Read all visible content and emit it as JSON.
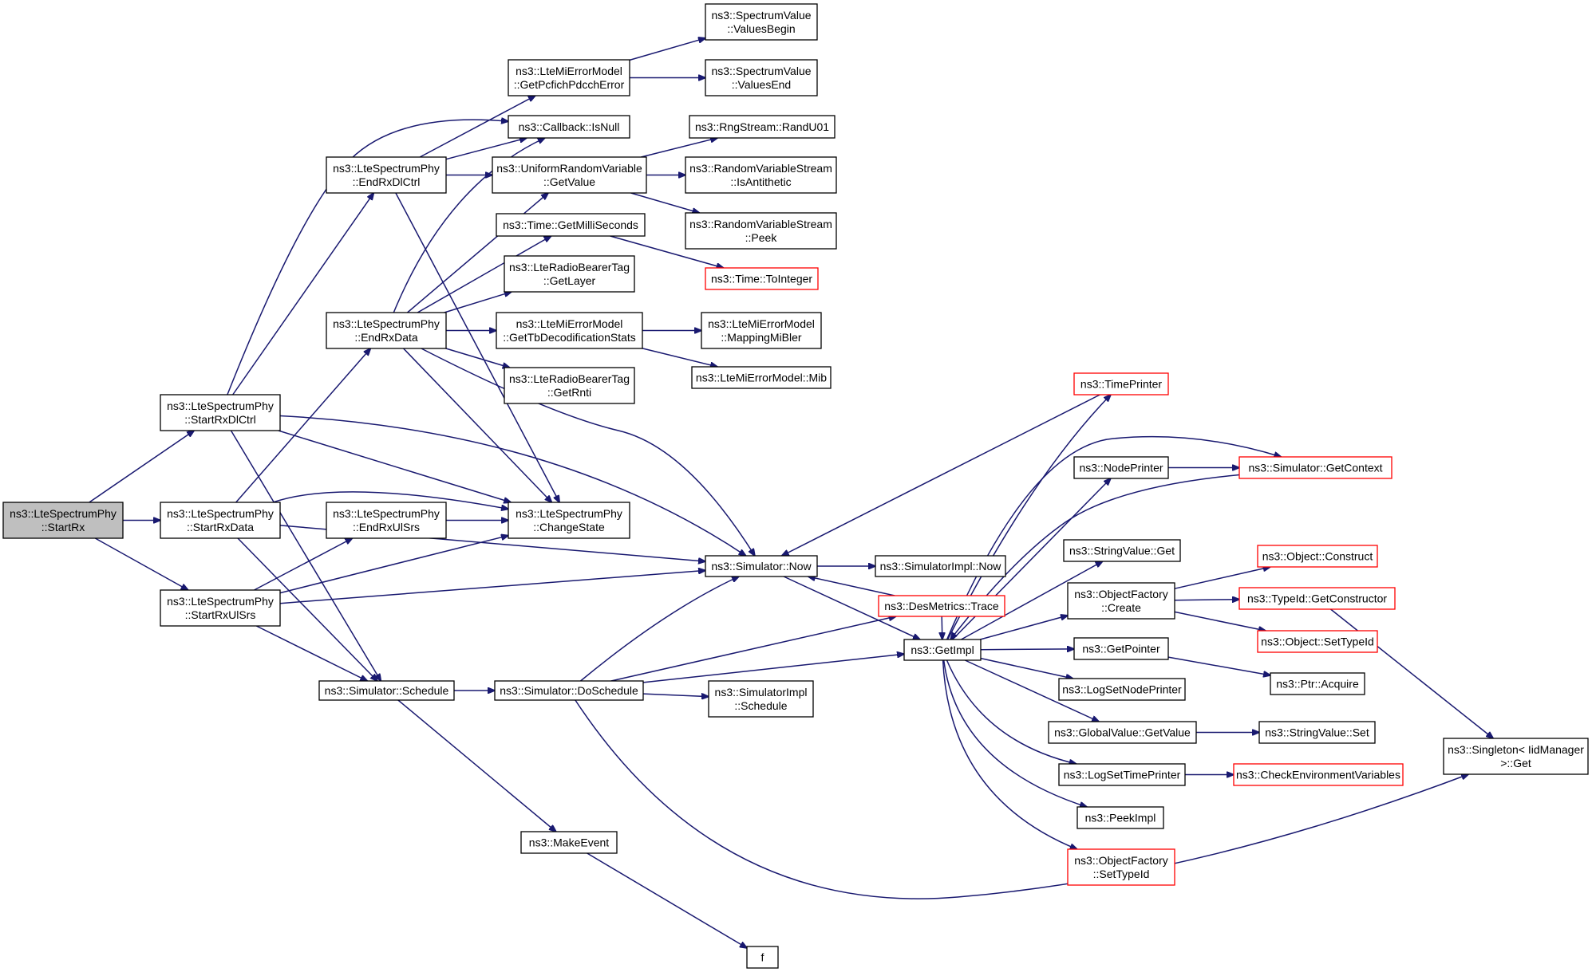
{
  "graph": {
    "nodes": [
      {
        "id": "root",
        "lines": [
          "ns3::LteSpectrumPhy",
          "::StartRx"
        ],
        "style": "root"
      },
      {
        "id": "startRxDlCtrl",
        "lines": [
          "ns3::LteSpectrumPhy",
          "::StartRxDlCtrl"
        ]
      },
      {
        "id": "startRxData",
        "lines": [
          "ns3::LteSpectrumPhy",
          "::StartRxData"
        ]
      },
      {
        "id": "startRxUlSrs",
        "lines": [
          "ns3::LteSpectrumPhy",
          "::StartRxUlSrs"
        ]
      },
      {
        "id": "endRxDlCtrl",
        "lines": [
          "ns3::LteSpectrumPhy",
          "::EndRxDlCtrl"
        ]
      },
      {
        "id": "endRxData",
        "lines": [
          "ns3::LteSpectrumPhy",
          "::EndRxData"
        ]
      },
      {
        "id": "endRxUlSrs",
        "lines": [
          "ns3::LteSpectrumPhy",
          "::EndRxUlSrs"
        ]
      },
      {
        "id": "schedule",
        "lines": [
          "ns3::Simulator::Schedule"
        ]
      },
      {
        "id": "lteMiGetPcfich",
        "lines": [
          "ns3::LteMiErrorModel",
          "::GetPcfichPdcchError"
        ]
      },
      {
        "id": "callbackIsNull",
        "lines": [
          "ns3::Callback::IsNull"
        ]
      },
      {
        "id": "uniformGetValue",
        "lines": [
          "ns3::UniformRandomVariable",
          "::GetValue"
        ]
      },
      {
        "id": "timeGetMilli",
        "lines": [
          "ns3::Time::GetMilliSeconds"
        ]
      },
      {
        "id": "radioTagGetLayer",
        "lines": [
          "ns3::LteRadioBearerTag",
          "::GetLayer"
        ]
      },
      {
        "id": "lteMiGetTbStats",
        "lines": [
          "ns3::LteMiErrorModel",
          "::GetTbDecodificationStats"
        ]
      },
      {
        "id": "radioTagGetRnti",
        "lines": [
          "ns3::LteRadioBearerTag",
          "::GetRnti"
        ]
      },
      {
        "id": "changeState",
        "lines": [
          "ns3::LteSpectrumPhy",
          "::ChangeState"
        ]
      },
      {
        "id": "doSchedule",
        "lines": [
          "ns3::Simulator::DoSchedule"
        ]
      },
      {
        "id": "makeEvent",
        "lines": [
          "ns3::MakeEvent"
        ]
      },
      {
        "id": "valuesBegin",
        "lines": [
          "ns3::SpectrumValue",
          "::ValuesBegin"
        ]
      },
      {
        "id": "valuesEnd",
        "lines": [
          "ns3::SpectrumValue",
          "::ValuesEnd"
        ]
      },
      {
        "id": "randU01",
        "lines": [
          "ns3::RngStream::RandU01"
        ]
      },
      {
        "id": "isAntithetic",
        "lines": [
          "ns3::RandomVariableStream",
          "::IsAntithetic"
        ]
      },
      {
        "id": "peek",
        "lines": [
          "ns3::RandomVariableStream",
          "::Peek"
        ]
      },
      {
        "id": "toInteger",
        "lines": [
          "ns3::Time::ToInteger"
        ],
        "style": "red"
      },
      {
        "id": "mappingMiBler",
        "lines": [
          "ns3::LteMiErrorModel",
          "::MappingMiBler"
        ]
      },
      {
        "id": "mib",
        "lines": [
          "ns3::LteMiErrorModel::Mib"
        ]
      },
      {
        "id": "simNow",
        "lines": [
          "ns3::Simulator::Now"
        ]
      },
      {
        "id": "simImplSchedule",
        "lines": [
          "ns3::SimulatorImpl",
          "::Schedule"
        ]
      },
      {
        "id": "f",
        "lines": [
          "f"
        ]
      },
      {
        "id": "simImplNow",
        "lines": [
          "ns3::SimulatorImpl::Now"
        ]
      },
      {
        "id": "desMetricsTrace",
        "lines": [
          "ns3::DesMetrics::Trace"
        ],
        "style": "red"
      },
      {
        "id": "getImpl",
        "lines": [
          "ns3::GetImpl"
        ]
      },
      {
        "id": "timePrinter",
        "lines": [
          "ns3::TimePrinter"
        ],
        "style": "red"
      },
      {
        "id": "nodePrinter",
        "lines": [
          "ns3::NodePrinter"
        ]
      },
      {
        "id": "stringValueGet",
        "lines": [
          "ns3::StringValue::Get"
        ]
      },
      {
        "id": "objectFactoryCreate",
        "lines": [
          "ns3::ObjectFactory",
          "::Create"
        ]
      },
      {
        "id": "getPointer",
        "lines": [
          "ns3::GetPointer"
        ]
      },
      {
        "id": "logSetNodePrinter",
        "lines": [
          "ns3::LogSetNodePrinter"
        ]
      },
      {
        "id": "globalValueGetValue",
        "lines": [
          "ns3::GlobalValue::GetValue"
        ]
      },
      {
        "id": "logSetTimePrinter",
        "lines": [
          "ns3::LogSetTimePrinter"
        ]
      },
      {
        "id": "peekImpl",
        "lines": [
          "ns3::PeekImpl"
        ]
      },
      {
        "id": "objectFactorySetTypeId",
        "lines": [
          "ns3::ObjectFactory",
          "::SetTypeId"
        ],
        "style": "red"
      },
      {
        "id": "getContext",
        "lines": [
          "ns3::Simulator::GetContext"
        ],
        "style": "red"
      },
      {
        "id": "objectConstruct",
        "lines": [
          "ns3::Object::Construct"
        ],
        "style": "red"
      },
      {
        "id": "getConstructor",
        "lines": [
          "ns3::TypeId::GetConstructor"
        ],
        "style": "red"
      },
      {
        "id": "objectSetTypeId",
        "lines": [
          "ns3::Object::SetTypeId"
        ],
        "style": "red"
      },
      {
        "id": "ptrAcquire",
        "lines": [
          "ns3::Ptr::Acquire"
        ]
      },
      {
        "id": "stringValueSet",
        "lines": [
          "ns3::StringValue::Set"
        ]
      },
      {
        "id": "checkEnvVars",
        "lines": [
          "ns3::CheckEnvironmentVariables"
        ],
        "style": "red"
      },
      {
        "id": "singletonGet",
        "lines": [
          "ns3::Singleton< IidManager",
          " >::Get"
        ]
      }
    ],
    "edges": [
      [
        "root",
        "startRxDlCtrl"
      ],
      [
        "root",
        "startRxData"
      ],
      [
        "root",
        "startRxUlSrs"
      ],
      [
        "startRxDlCtrl",
        "endRxDlCtrl"
      ],
      [
        "startRxDlCtrl",
        "callbackIsNull"
      ],
      [
        "startRxDlCtrl",
        "changeState"
      ],
      [
        "startRxDlCtrl",
        "simNow"
      ],
      [
        "startRxDlCtrl",
        "schedule"
      ],
      [
        "startRxData",
        "endRxData"
      ],
      [
        "startRxData",
        "changeState"
      ],
      [
        "startRxData",
        "simNow"
      ],
      [
        "startRxData",
        "schedule"
      ],
      [
        "startRxUlSrs",
        "endRxUlSrs"
      ],
      [
        "startRxUlSrs",
        "changeState"
      ],
      [
        "startRxUlSrs",
        "simNow"
      ],
      [
        "startRxUlSrs",
        "schedule"
      ],
      [
        "endRxDlCtrl",
        "lteMiGetPcfich"
      ],
      [
        "endRxDlCtrl",
        "callbackIsNull"
      ],
      [
        "endRxDlCtrl",
        "uniformGetValue"
      ],
      [
        "endRxDlCtrl",
        "changeState"
      ],
      [
        "endRxData",
        "callbackIsNull"
      ],
      [
        "endRxData",
        "uniformGetValue"
      ],
      [
        "endRxData",
        "timeGetMilli"
      ],
      [
        "endRxData",
        "radioTagGetLayer"
      ],
      [
        "endRxData",
        "lteMiGetTbStats"
      ],
      [
        "endRxData",
        "radioTagGetRnti"
      ],
      [
        "endRxData",
        "changeState"
      ],
      [
        "endRxData",
        "simNow"
      ],
      [
        "endRxUlSrs",
        "changeState"
      ],
      [
        "schedule",
        "doSchedule"
      ],
      [
        "schedule",
        "makeEvent"
      ],
      [
        "lteMiGetPcfich",
        "valuesBegin"
      ],
      [
        "lteMiGetPcfich",
        "valuesEnd"
      ],
      [
        "uniformGetValue",
        "randU01"
      ],
      [
        "uniformGetValue",
        "isAntithetic"
      ],
      [
        "uniformGetValue",
        "peek"
      ],
      [
        "timeGetMilli",
        "toInteger"
      ],
      [
        "lteMiGetTbStats",
        "mappingMiBler"
      ],
      [
        "lteMiGetTbStats",
        "mib"
      ],
      [
        "doSchedule",
        "simNow"
      ],
      [
        "doSchedule",
        "desMetricsTrace"
      ],
      [
        "doSchedule",
        "getImpl"
      ],
      [
        "doSchedule",
        "simImplSchedule"
      ],
      [
        "doSchedule",
        "singletonGet"
      ],
      [
        "makeEvent",
        "f"
      ],
      [
        "simNow",
        "simImplNow"
      ],
      [
        "simNow",
        "getImpl"
      ],
      [
        "desMetricsTrace",
        "simNow"
      ],
      [
        "desMetricsTrace",
        "getImpl"
      ],
      [
        "timePrinter",
        "simNow"
      ],
      [
        "getImpl",
        "timePrinter"
      ],
      [
        "getImpl",
        "nodePrinter"
      ],
      [
        "getImpl",
        "getContext"
      ],
      [
        "getImpl",
        "stringValueGet"
      ],
      [
        "getImpl",
        "objectFactoryCreate"
      ],
      [
        "getImpl",
        "getPointer"
      ],
      [
        "getImpl",
        "logSetNodePrinter"
      ],
      [
        "getImpl",
        "globalValueGetValue"
      ],
      [
        "getImpl",
        "logSetTimePrinter"
      ],
      [
        "getImpl",
        "peekImpl"
      ],
      [
        "getImpl",
        "objectFactorySetTypeId"
      ],
      [
        "nodePrinter",
        "getContext"
      ],
      [
        "getContext",
        "getImpl"
      ],
      [
        "objectFactoryCreate",
        "objectConstruct"
      ],
      [
        "objectFactoryCreate",
        "getConstructor"
      ],
      [
        "objectFactoryCreate",
        "objectSetTypeId"
      ],
      [
        "getConstructor",
        "singletonGet"
      ],
      [
        "getPointer",
        "ptrAcquire"
      ],
      [
        "globalValueGetValue",
        "stringValueSet"
      ],
      [
        "logSetTimePrinter",
        "checkEnvVars"
      ]
    ]
  }
}
